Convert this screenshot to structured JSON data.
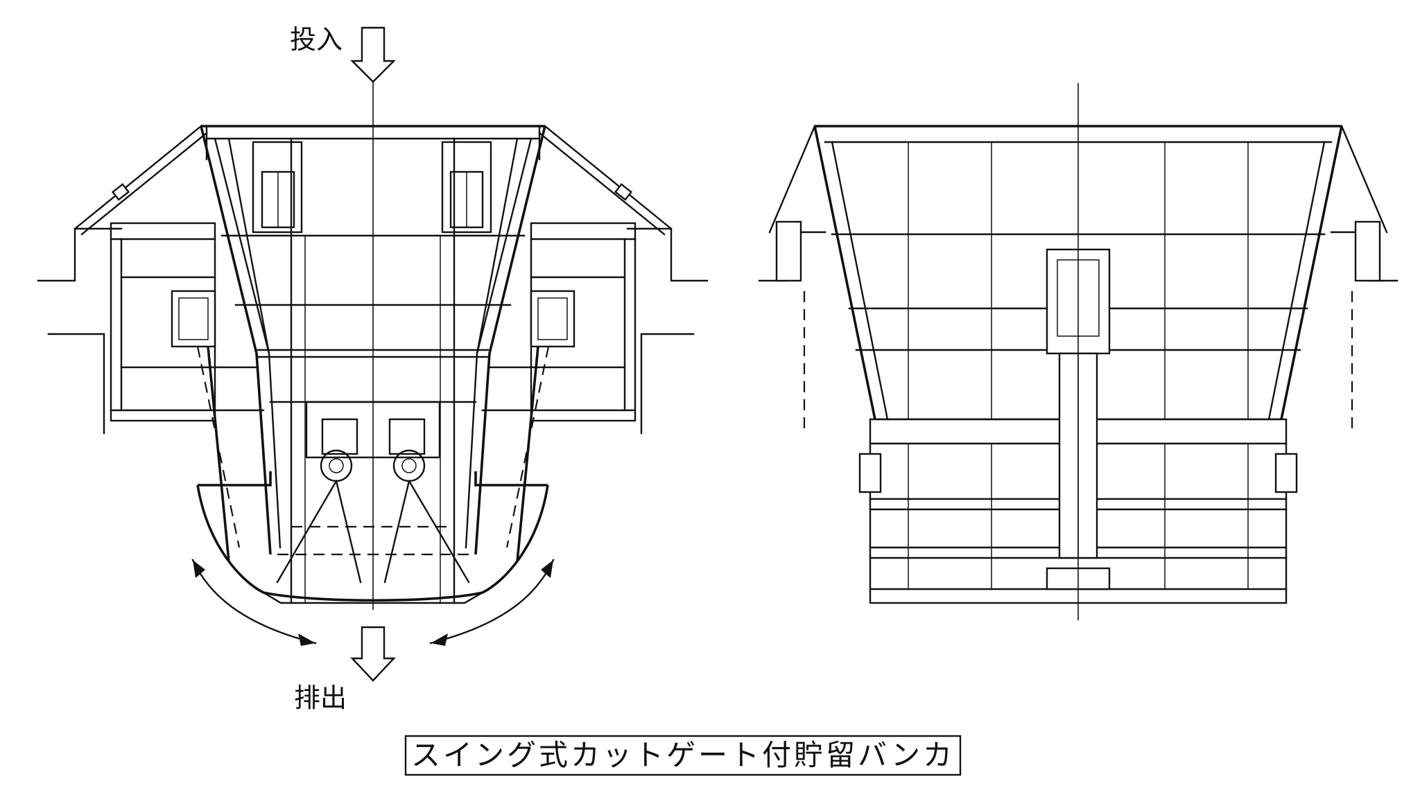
{
  "labels": {
    "input": "投入",
    "output": "排出",
    "caption": "スイング式カットゲート付貯留バンカ"
  }
}
